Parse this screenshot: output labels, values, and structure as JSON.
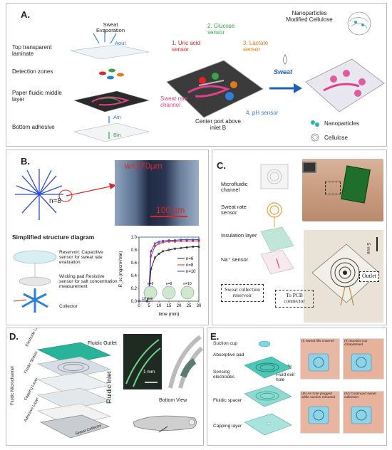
{
  "figure": {
    "colors": {
      "blue": "#2f7fd6",
      "green": "#3aa34a",
      "red": "#e02424",
      "teal": "#28b4b4",
      "pink": "#e0408a",
      "orange": "#e07a1a"
    },
    "panel_a": {
      "label": "A.",
      "sweat_evaporation": "Sweat Evaporation",
      "a_out": "Aout",
      "top_laminate": "Top transparent laminate",
      "detection_zones": "Detection zones",
      "paper_fluidic": "Paper fluidic middle layer",
      "bottom_adhesive": "Bottom adhesive",
      "a_in": "Ain",
      "b_in": "Bin",
      "glucose": "2. Glucose sensor",
      "uric": "1. Uric acid sensor",
      "lactate": "3. Lactate sensor",
      "sweat_rate": "Sweat rate channel",
      "center_port": "Center port above inlet B",
      "ph": "4. pH sensor",
      "sweat_arrow": "Sweat",
      "nano_title": "Nanoparticles Modified Cellulose",
      "legend_nano": "Nanoparticles",
      "legend_cell": "Cellulose"
    },
    "panel_b": {
      "label": "B.",
      "n8": "n=8",
      "width": "w=270μm",
      "scale": "100 μm",
      "ssd": "Simplified structure diagram",
      "reservoir": "Reservoir: Capacitive sensor for sweat rate evaluation",
      "wicking": "Wicking pad Resistive sensor for salt concentration measurement",
      "collector": "Collector",
      "chart_scale": "10 mm",
      "inset_labels": [
        "n=6",
        "n=8",
        "n=10"
      ]
    },
    "panel_c": {
      "label": "C.",
      "microfluidic": "Microfluidic channel",
      "sweat_rate": "Sweat rate sensor",
      "insulation": "Insulation layer",
      "na": "Na⁺ sensor",
      "collection": "Sweat collection reservoir",
      "pcb": "To PCB connector",
      "outlet": "Outlet",
      "scale": "5 mm"
    },
    "panel_d": {
      "label": "D.",
      "fluidic_outlet": "Fluidic Outlet",
      "electrode_layer": "Electrode Layer",
      "fluidic_spacer": "Fluidic Spacer",
      "capping_layer": "Capping Layer",
      "adhesive_layer": "Adhesive Layer",
      "fluidic_microchannel": "Fluidic Microchannel",
      "fluidic_inlet": "Fluidic Inlet",
      "sweat_collector": "Sweat Collector",
      "scale": "1 mm",
      "bottom_view": "Bottom View"
    },
    "panel_e": {
      "label": "E.",
      "suction_cup": "Suction cup",
      "absorptive_pad": "Absorptive pad",
      "sensing_electrodes": "Sensing electrodes",
      "air_hole": "Air hole",
      "fluid_exit": "Fluid exit hole",
      "fluidic_spacer": "Fluidic spacer",
      "capping_layer": "Capping layer",
      "step1": "(I) Sweat fills channel",
      "step2": "(II) Suction cup compressed",
      "step3": "(III) Air hole plugged while suction released",
      "step4": "(IV) Continued sweat collection"
    }
  },
  "chart_data": {
    "type": "line",
    "xlabel": "time (min)",
    "ylabel": "R_sc (mg/cm²/min)",
    "xlim": [
      0,
      30
    ],
    "ylim": [
      0,
      1.0
    ],
    "xticks": [
      0,
      5,
      10,
      15,
      20,
      25,
      30
    ],
    "yticks": [
      0.0,
      0.2,
      0.4,
      0.6,
      0.8,
      1.0
    ],
    "legend_position": "center-right",
    "series": [
      {
        "name": "n=6",
        "color": "#222222",
        "x": [
          0,
          4,
          5,
          6,
          8,
          10,
          12,
          15,
          18,
          21,
          24,
          27,
          30
        ],
        "y": [
          0,
          0,
          0.1,
          0.5,
          0.68,
          0.74,
          0.78,
          0.8,
          0.82,
          0.83,
          0.84,
          0.85,
          0.85
        ]
      },
      {
        "name": "n=8",
        "color": "#e02424",
        "x": [
          0,
          4,
          5,
          6,
          8,
          10,
          12,
          15,
          18,
          21,
          24,
          27,
          30
        ],
        "y": [
          0,
          0,
          0.15,
          0.7,
          0.86,
          0.9,
          0.92,
          0.93,
          0.93,
          0.94,
          0.94,
          0.94,
          0.94
        ]
      },
      {
        "name": "n=10",
        "color": "#3b3bd6",
        "x": [
          0,
          4,
          5,
          6,
          8,
          10,
          12,
          15,
          18,
          21,
          24,
          27,
          30
        ],
        "y": [
          0,
          0,
          0.2,
          0.78,
          0.9,
          0.93,
          0.94,
          0.95,
          0.95,
          0.96,
          0.96,
          0.96,
          0.96
        ]
      }
    ]
  }
}
